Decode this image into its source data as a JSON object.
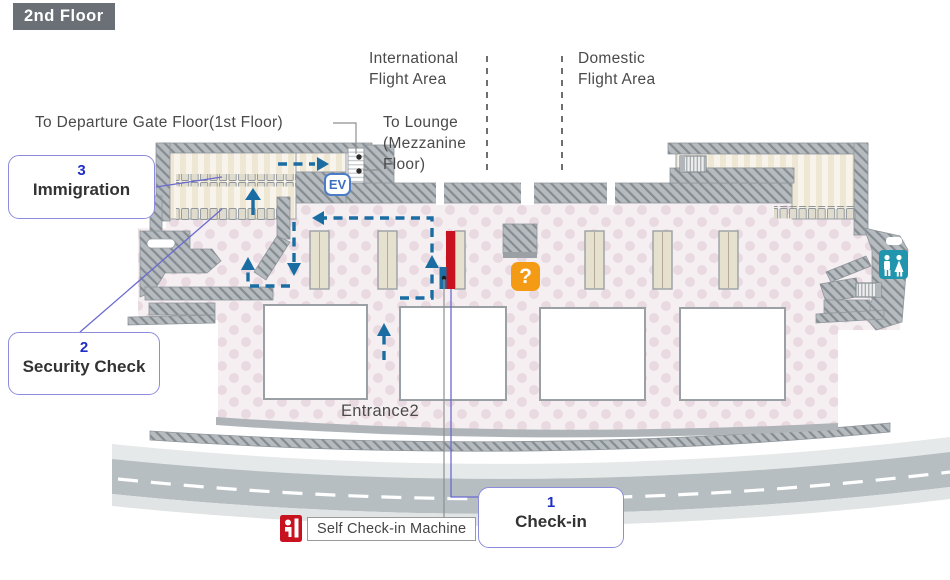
{
  "floor_badge": "2nd Floor",
  "area_labels": {
    "international": {
      "line1": "International",
      "line2": "Flight Area"
    },
    "domestic": {
      "line1": "Domestic",
      "line2": "Flight Area"
    }
  },
  "destinations": {
    "to_departure_gate": "To Departure Gate Floor(1st Floor)",
    "to_lounge_line1": "To Lounge",
    "to_lounge_line2": "(Mezzanine",
    "to_lounge_line3": "Floor)"
  },
  "entrance_label": "Entrance2",
  "callouts": {
    "checkin": {
      "number": "1",
      "label": "Check-in"
    },
    "security": {
      "number": "2",
      "label": "Security Check"
    },
    "immigration": {
      "number": "3",
      "label": "Immigration"
    }
  },
  "legend": {
    "self_checkin_machine": "Self Check-in Machine"
  },
  "icons": {
    "elevator": "EV",
    "information": "?",
    "restroom": "restroom-icon",
    "escalator": "escalator-icon",
    "stairs": "stairs-icon",
    "self_checkin": "self-checkin-icon"
  },
  "colors": {
    "badge_gray": "#6b7076",
    "wall_gray": "#b5bbbf",
    "wall_hatch_line": "#858c91",
    "floor_pink": "#f6eff2",
    "floor_dot": "#e9dae1",
    "zone_beige": "#f8f4ec",
    "flow_arrow_blue": "#1a6da3",
    "callout_number_blue": "#1f2ec4",
    "callout_border": "#8c8cdc",
    "machine_red": "#c81220",
    "machine_blue": "#1d6fa3",
    "info_orange": "#f49b16",
    "restroom_teal": "#2095ad",
    "road_gray": "#b6bec1",
    "sidewalk_gray": "#e6e9e9"
  }
}
